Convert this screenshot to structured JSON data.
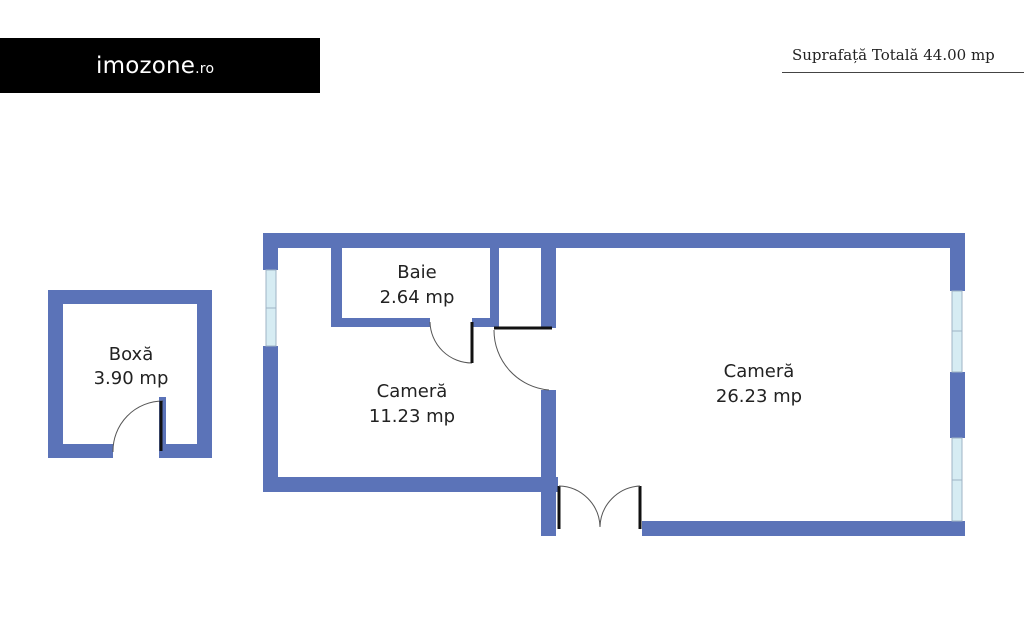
{
  "header": {
    "logo": {
      "name": "imozone",
      "suffix": ".ro"
    },
    "total_area": "Suprafață Totală 44.00 mp"
  },
  "rooms": [
    {
      "name": "Boxă",
      "area": "3.90 mp"
    },
    {
      "name": "Baie",
      "area": "2.64 mp"
    },
    {
      "name": "Cameră",
      "area": "11.23 mp"
    },
    {
      "name": "Cameră",
      "area": "26.23 mp"
    }
  ],
  "colors": {
    "wall": "#5b73b8",
    "window": "#d6ecf3",
    "door": "#111111",
    "background": "#ffffff"
  }
}
